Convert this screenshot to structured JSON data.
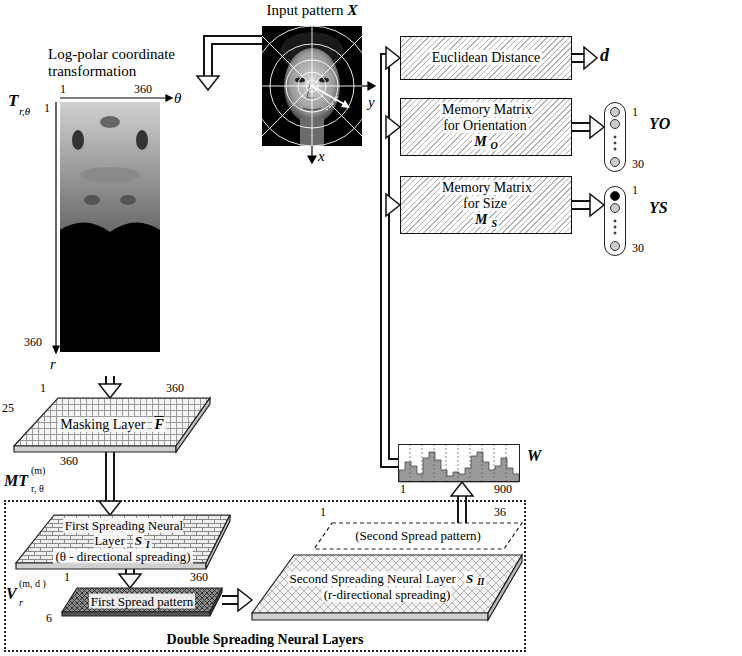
{
  "diagram": {
    "nodes": [
      {
        "text": [
          "Input pattern",
          "X"
        ]
      },
      {
        "text": [
          "Euclidean Distance"
        ]
      },
      {
        "text": [
          "Memory Matrix for Orientation",
          "M",
          "O"
        ]
      },
      {
        "text": [
          "YO"
        ]
      },
      {
        "text": [
          "Memory Matrix for Size",
          "M",
          "S"
        ]
      },
      {
        "text": [
          "YS"
        ]
      },
      {
        "text": [
          "T",
          "r,θ"
        ]
      },
      {
        "text": [
          "Masking Layer",
          "F"
        ]
      },
      {
        "text": [
          "W"
        ]
      },
      {
        "text": [
          "Double Spreading Neural Layers"
        ]
      },
      {
        "text": [
          "First Spreading Neural Layer",
          "S",
          "I",
          "(θ - directional spreading)"
        ],
        "in": 9
      },
      {
        "text": [
          "(Second Spread pattern)"
        ],
        "in": 9
      },
      {
        "text": [
          "First Spread pattern"
        ],
        "in": 9
      },
      {
        "text": [
          "Second Spreading Neural Layer",
          "S",
          "II",
          "(r-directional spreading)"
        ],
        "in": 9
      }
    ],
    "edges": [
      {
        "from": 0,
        "to": 6,
        "arrow": "to",
        "label": "Log-polar coordinate transformation"
      },
      {
        "from": 6,
        "to": 7,
        "arrow": "to"
      },
      {
        "from": 7,
        "to": 10,
        "arrow": "to"
      },
      {
        "from": 10,
        "to": 12,
        "arrow": "to"
      },
      {
        "from": 12,
        "to": 13,
        "arrow": "to"
      },
      {
        "from": 11,
        "to": 8,
        "arrow": "to"
      },
      {
        "from": 8,
        "to": 1,
        "arrow": "to"
      },
      {
        "from": 8,
        "to": 2,
        "arrow": "to"
      },
      {
        "from": 8,
        "to": 4,
        "arrow": "to"
      },
      {
        "from": 2,
        "to": 3,
        "arrow": "to"
      },
      {
        "from": 4,
        "to": 5,
        "arrow": "to"
      }
    ],
    "labels": [
      "y",
      "x",
      "1",
      "360",
      "θ",
      "1",
      "360",
      "r",
      "1",
      "360",
      "25",
      "360",
      "MT",
      "(m)",
      "r, θ",
      "1",
      "360",
      "6",
      "V",
      "(m, d )",
      "r",
      "1",
      "36",
      "1",
      "900",
      "d",
      "1",
      "30",
      "1",
      "30"
    ]
  }
}
